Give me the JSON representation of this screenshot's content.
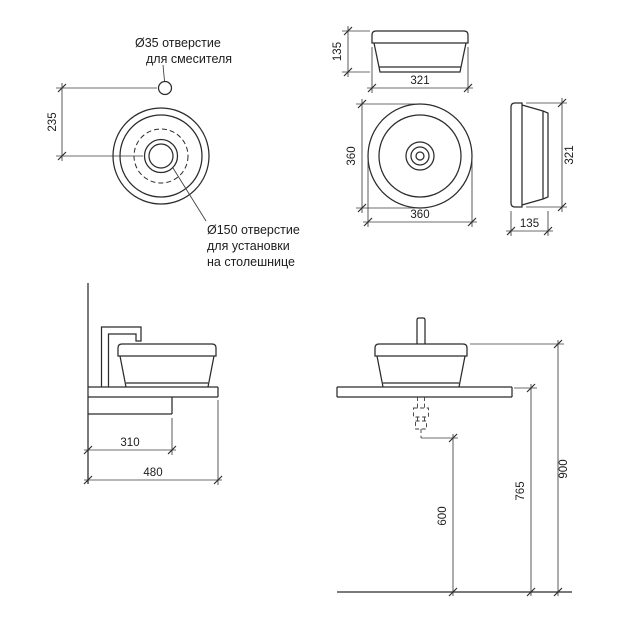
{
  "drawing": {
    "background": "#ffffff",
    "ink": "#2b2b2b"
  },
  "annotations": {
    "faucet_hole": {
      "line1": "Ø35 отверстие",
      "line2": "для смесителя"
    },
    "mount_hole": {
      "line1": "Ø150 отверстие",
      "line2": "для установки",
      "line3": "на столешнице"
    }
  },
  "dimensions": {
    "top_view": {
      "faucet_offset": "235"
    },
    "side_view": {
      "height": "135",
      "width": "321"
    },
    "plan_view": {
      "diameter_vertical": "360",
      "diameter_horizontal": "360"
    },
    "profile_view": {
      "height": "321",
      "depth": "135"
    },
    "install_side": {
      "bracket_depth": "310",
      "counter_depth": "480"
    },
    "install_front": {
      "drain_height": "600",
      "counter_height": "765",
      "total_height": "900"
    }
  }
}
